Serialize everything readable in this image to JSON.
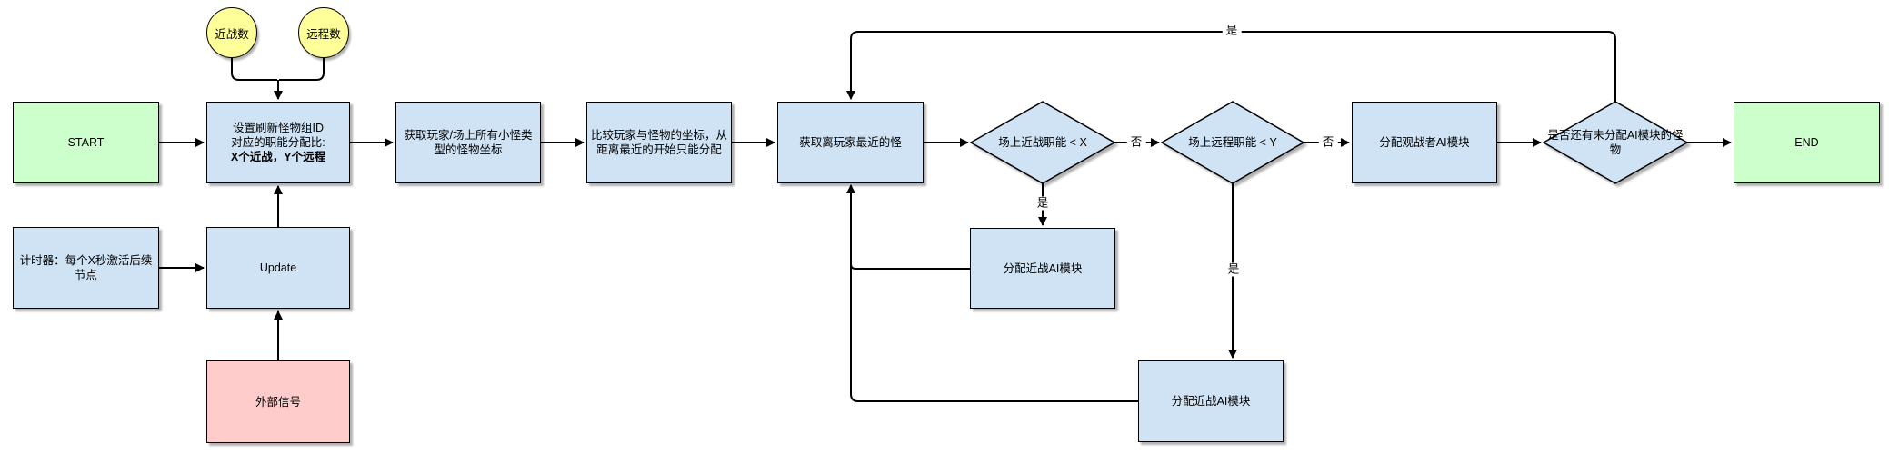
{
  "diagram": {
    "title_hint": "monster-ai-assignment-flowchart",
    "colors": {
      "terminal_fill": "#ccffcc",
      "process_fill": "#cfe3f5",
      "input_fill": "#ffff99",
      "signal_fill": "#ffcccc",
      "stroke": "#000000",
      "edge": "#000000",
      "background": "#ffffff"
    },
    "nodes": {
      "start": {
        "label": "START"
      },
      "melee_count": {
        "label": "近战数"
      },
      "ranged_count": {
        "label": "远程数"
      },
      "set_ratio": {
        "label": "设置刷新怪物组ID\n对应的职能分配比:",
        "label_bold": "X个近战，Y个远程"
      },
      "get_coords": {
        "label": "获取玩家/场上所有小怪类\n型的怪物坐标"
      },
      "compare_coords": {
        "label": "比较玩家与怪物的坐标，从\n距离最近的开始只能分配"
      },
      "get_nearest": {
        "label": "获取离玩家最近的怪"
      },
      "melee_check": {
        "label": "场上近战职能 < X"
      },
      "ranged_check": {
        "label": "场上远程职能 < Y"
      },
      "assign_spectator": {
        "label": "分配观战者AI模块"
      },
      "remaining_check": {
        "label": "是否还有未分配AI模块的怪\n物"
      },
      "end": {
        "label": "END"
      },
      "timer": {
        "label": "计时器：每个X秒激活后续\n节点"
      },
      "update": {
        "label": "Update"
      },
      "external_signal": {
        "label": "外部信号"
      },
      "assign_melee_1": {
        "label": "分配近战AI模块"
      },
      "assign_melee_2": {
        "label": "分配近战AI模块"
      }
    },
    "edge_labels": {
      "loop_yes": "是",
      "melee_no": "否",
      "ranged_no": "否",
      "melee_yes": "是",
      "ranged_yes": "是"
    }
  }
}
